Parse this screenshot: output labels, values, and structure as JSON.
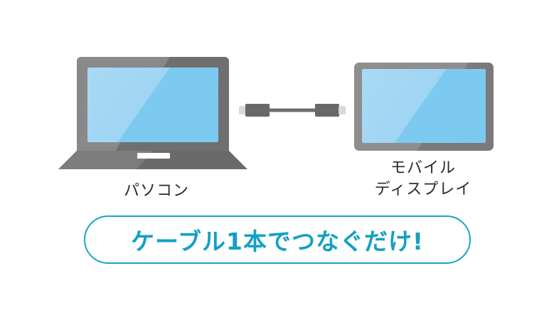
{
  "devices": {
    "pc": {
      "label": "パソコン",
      "icon": "laptop-icon"
    },
    "display": {
      "label_line1": "モバイル",
      "label_line2": "ディスプレイ",
      "icon": "monitor-icon"
    },
    "cable": {
      "icon": "usb-c-cable-icon"
    }
  },
  "banner": {
    "text": "ケーブル1本でつなぐだけ!"
  },
  "colors": {
    "device_body": "#6f6f6f",
    "screen_light": "#a8d9f4",
    "screen": "#7ccaf0",
    "accent": "#14a0c2",
    "label_text": "#2b2b2b"
  }
}
